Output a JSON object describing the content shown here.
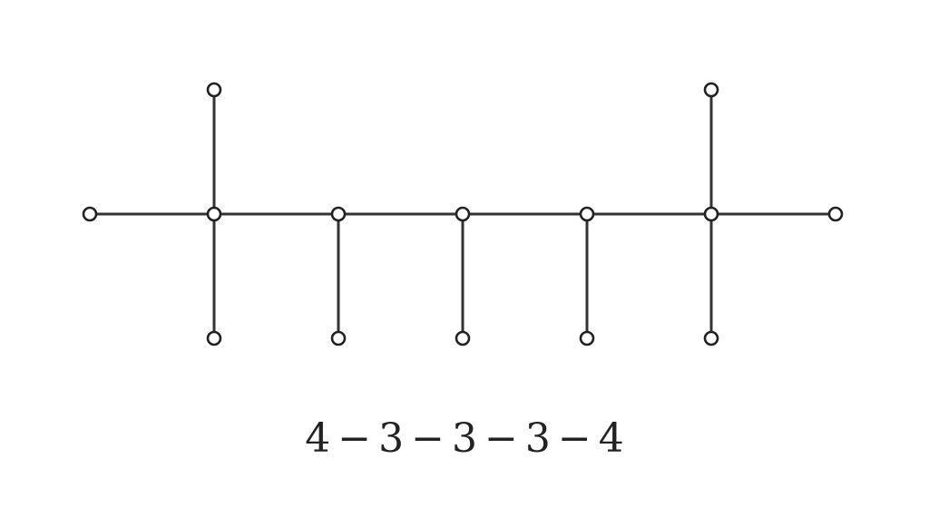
{
  "diagram": {
    "caption": {
      "parts": [
        "4",
        "3",
        "3",
        "3",
        "4"
      ],
      "separator": "−"
    },
    "graph": {
      "vertices": [
        {
          "id": "leaf-left"
        },
        {
          "id": "hub-1"
        },
        {
          "id": "hub-2"
        },
        {
          "id": "hub-3"
        },
        {
          "id": "hub-4"
        },
        {
          "id": "hub-5"
        },
        {
          "id": "leaf-right"
        },
        {
          "id": "leaf-top-1"
        },
        {
          "id": "leaf-bottom-1"
        },
        {
          "id": "leaf-bottom-2"
        },
        {
          "id": "leaf-bottom-3"
        },
        {
          "id": "leaf-bottom-4"
        },
        {
          "id": "leaf-top-5"
        },
        {
          "id": "leaf-bottom-5"
        }
      ],
      "edges": [
        [
          "leaf-left",
          "hub-1"
        ],
        [
          "hub-1",
          "hub-2"
        ],
        [
          "hub-2",
          "hub-3"
        ],
        [
          "hub-3",
          "hub-4"
        ],
        [
          "hub-4",
          "hub-5"
        ],
        [
          "hub-5",
          "leaf-right"
        ],
        [
          "hub-1",
          "leaf-top-1"
        ],
        [
          "hub-1",
          "leaf-bottom-1"
        ],
        [
          "hub-2",
          "leaf-bottom-2"
        ],
        [
          "hub-3",
          "leaf-bottom-3"
        ],
        [
          "hub-4",
          "leaf-bottom-4"
        ],
        [
          "hub-5",
          "leaf-top-5"
        ],
        [
          "hub-5",
          "leaf-bottom-5"
        ]
      ]
    }
  }
}
